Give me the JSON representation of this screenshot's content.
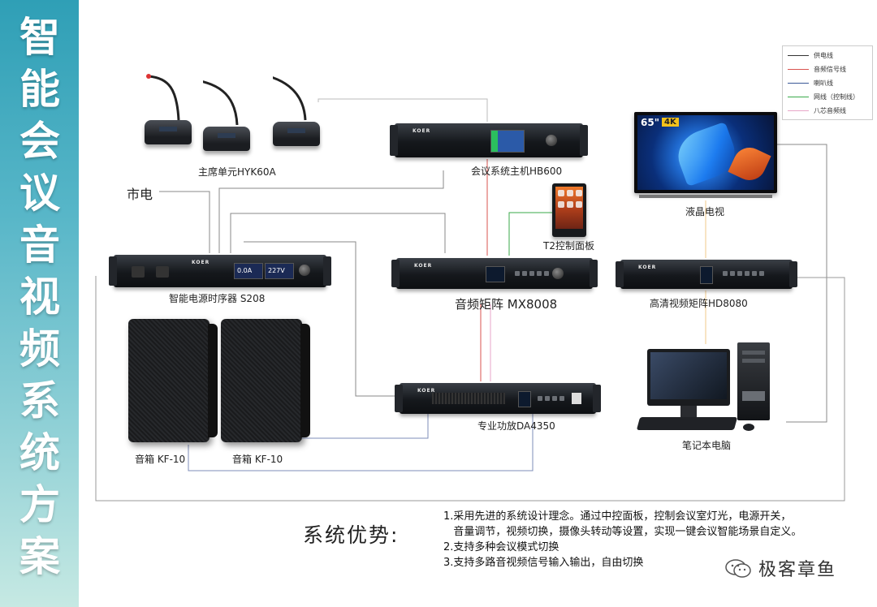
{
  "side_title": [
    "智",
    "能",
    "会",
    "议",
    "音",
    "视",
    "频",
    "系",
    "统",
    "方",
    "案"
  ],
  "devices": {
    "mic_unit": "主席单元HYK60A",
    "mains": "市电",
    "conference_host": "会议系统主机HB600",
    "tv": "液晶电视",
    "control_panel": "T2控制面板",
    "power_sequencer": "智能电源时序器 S208",
    "audio_matrix": "音频矩阵 MX8008",
    "video_matrix": "高清视频矩阵HD8080",
    "amplifier": "专业功放DA4350",
    "speaker_1": "音箱 KF-10",
    "speaker_2": "音箱 KF-10",
    "laptop": "笔记本电脑"
  },
  "device_marks": {
    "brand": "KOER",
    "tv_size": "65\"",
    "tv_res": "4K",
    "seq_display_1": "0.0A",
    "seq_display_2": "227V"
  },
  "legend": [
    {
      "label": "供电线",
      "color": "#333333"
    },
    {
      "label": "音频信号线",
      "color": "#d9534f"
    },
    {
      "label": "喇叭线",
      "color": "#3b5998"
    },
    {
      "label": "网线（控制线）",
      "color": "#3aaa4a"
    },
    {
      "label": "八芯音频线",
      "color": "#e7a6c8"
    }
  ],
  "advantages": {
    "title": "系统优势:",
    "items": [
      "1.采用先进的系统设计理念。通过中控面板，控制会议室灯光，电源开关，",
      "   音量调节，视频切换，摄像头转动等设置，实现一键会议智能场景自定义。",
      "2.支持多种会议模式切换",
      "3.支持多路音视频信号输入输出，自由切换"
    ]
  },
  "watermark": "极客章鱼"
}
